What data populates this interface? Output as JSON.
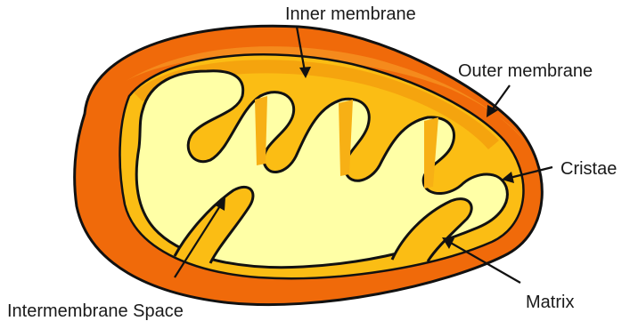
{
  "labels": {
    "inner_membrane": "Inner membrane",
    "outer_membrane": "Outer membrane",
    "cristae": "Cristae",
    "matrix": "Matrix",
    "intermembrane_space": "Intermembrane Space"
  },
  "colors": {
    "outer": "#f06a0a",
    "outer_rim": "#f58a1c",
    "intermembrane": "#fbbd14",
    "matrix": "#ffffa6",
    "outline": "#111111"
  }
}
